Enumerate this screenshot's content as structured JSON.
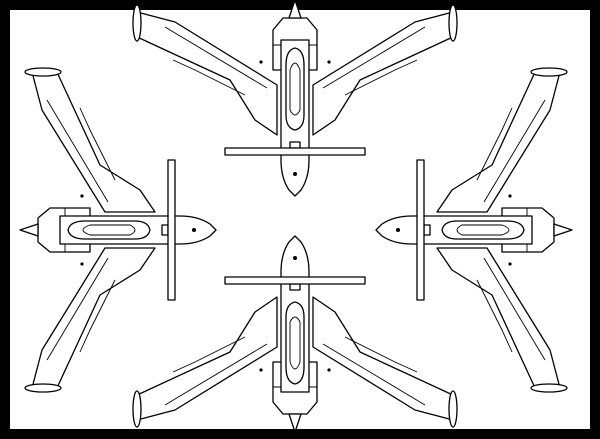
{
  "colors": {
    "background": "#ffffff",
    "border": "#000000",
    "ink": "#000000"
  },
  "figure": {
    "description_kind": "line-art",
    "aircraft_count": 4,
    "aircraft": [
      {
        "id": "top",
        "nose_direction": "down"
      },
      {
        "id": "bottom",
        "nose_direction": "up"
      },
      {
        "id": "left",
        "nose_direction": "right"
      },
      {
        "id": "right",
        "nose_direction": "left"
      }
    ]
  }
}
